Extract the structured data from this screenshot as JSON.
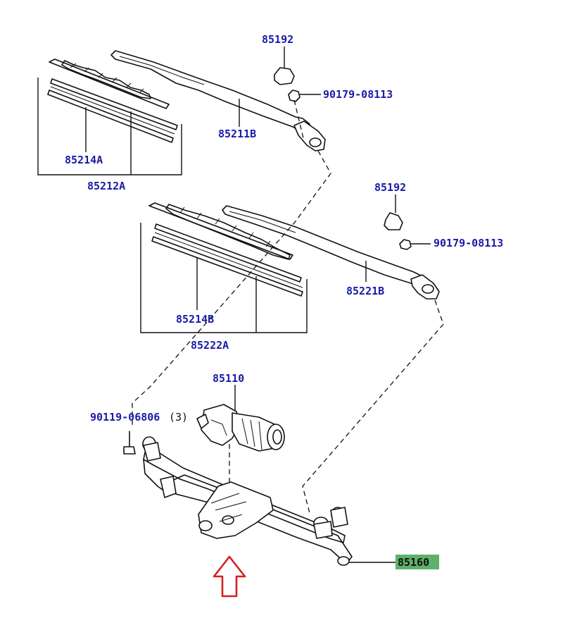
{
  "labels": {
    "cap_upper": "85192",
    "nut_upper": "90179-08113",
    "arm_driver": "85211B",
    "refill_a": "85214A",
    "blade_a": "85212A",
    "cap_lower": "85192",
    "nut_lower": "90179-08113",
    "arm_passenger": "85221B",
    "refill_b": "85214B",
    "blade_b": "85222A",
    "motor": "85110",
    "bolt": "90119-06806",
    "bolt_qty": "(3)",
    "linkage": "85160"
  },
  "colors": {
    "label_text": "#1a1aa8",
    "highlight_fill": "#5fb06a",
    "arrow": "#d42020",
    "line": "#111111"
  }
}
